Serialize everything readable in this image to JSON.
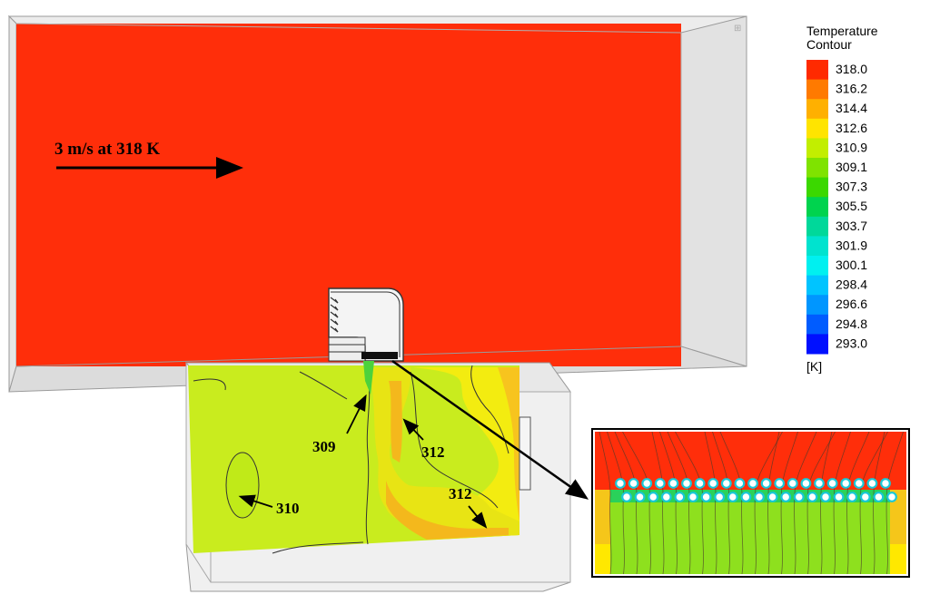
{
  "inlet": {
    "label": "3 m/s at 318 K"
  },
  "legend": {
    "title_line1": "Temperature",
    "title_line2": "Contour",
    "unit": "[K]",
    "levels": [
      {
        "value": "318.0",
        "color": "#ff2a00"
      },
      {
        "value": "316.2",
        "color": "#ff7a00"
      },
      {
        "value": "314.4",
        "color": "#ffb000"
      },
      {
        "value": "312.6",
        "color": "#ffe400"
      },
      {
        "value": "310.9",
        "color": "#c2ee00"
      },
      {
        "value": "309.1",
        "color": "#7fe300"
      },
      {
        "value": "307.3",
        "color": "#3bd800"
      },
      {
        "value": "305.5",
        "color": "#00d34e"
      },
      {
        "value": "303.7",
        "color": "#00d89a"
      },
      {
        "value": "301.9",
        "color": "#00e3cf"
      },
      {
        "value": "300.1",
        "color": "#00f0f0"
      },
      {
        "value": "298.4",
        "color": "#00c4ff"
      },
      {
        "value": "296.6",
        "color": "#0096ff"
      },
      {
        "value": "294.8",
        "color": "#005cff"
      },
      {
        "value": "293.0",
        "color": "#0010ff"
      }
    ]
  },
  "annotations": {
    "a309": "309",
    "a312_upper": "312",
    "a310": "310",
    "a312_lower": "312"
  },
  "colors": {
    "hot": "#ff2e0a",
    "box_fill": "#c9ec1e",
    "yellow_region": "#f3ec10",
    "orange_region": "#f4b81c",
    "edge": "#888888"
  }
}
